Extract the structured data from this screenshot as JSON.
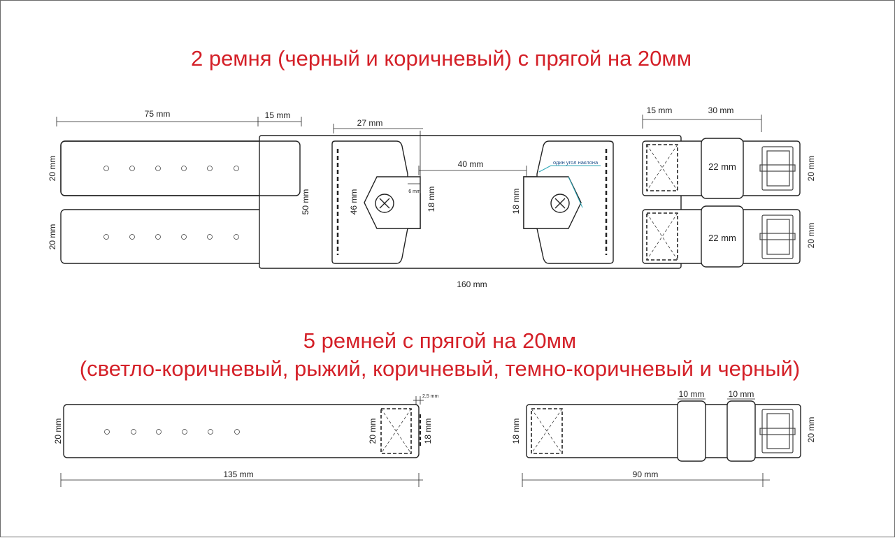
{
  "titles": {
    "top": "2 ремня (черный и коричневый) с прягой на 20мм",
    "bottom_line1": "5 ремней с прягой на 20мм",
    "bottom_line2": "(светло-коричневый, рыжий, коричневый, темно-коричневый и черный)"
  },
  "top_diagram": {
    "dim_75": "75 mm",
    "dim_15_left": "15 mm",
    "dim_27": "27 mm",
    "dim_40": "40 mm",
    "dim_15_right": "15 mm",
    "dim_30": "30 mm",
    "strap_width_left_1": "20 mm",
    "strap_width_left_2": "20 mm",
    "dim_50": "50 mm",
    "dim_46": "46 mm",
    "dim_6": "6 mm",
    "dim_18_left": "18 mm",
    "dim_18_right": "18 mm",
    "angle_note": "один угол наклона",
    "keeper_1": "22 mm",
    "keeper_2": "22 mm",
    "strap_width_right_1": "20 mm",
    "strap_width_right_2": "20 mm",
    "dim_160": "160 mm"
  },
  "bottom_left": {
    "dim_2_5": "2,5 mm",
    "strap_width": "20 mm",
    "inner_20": "20 mm",
    "inner_18": "18 mm",
    "dim_135": "135 mm"
  },
  "bottom_right": {
    "dim_10_a": "10 mm",
    "dim_10_b": "10 mm",
    "width_18": "18 mm",
    "width_20": "20 mm",
    "dim_90": "90 mm"
  },
  "colors": {
    "title": "#d42028",
    "line": "#222222",
    "note": "#2ca7b7"
  }
}
